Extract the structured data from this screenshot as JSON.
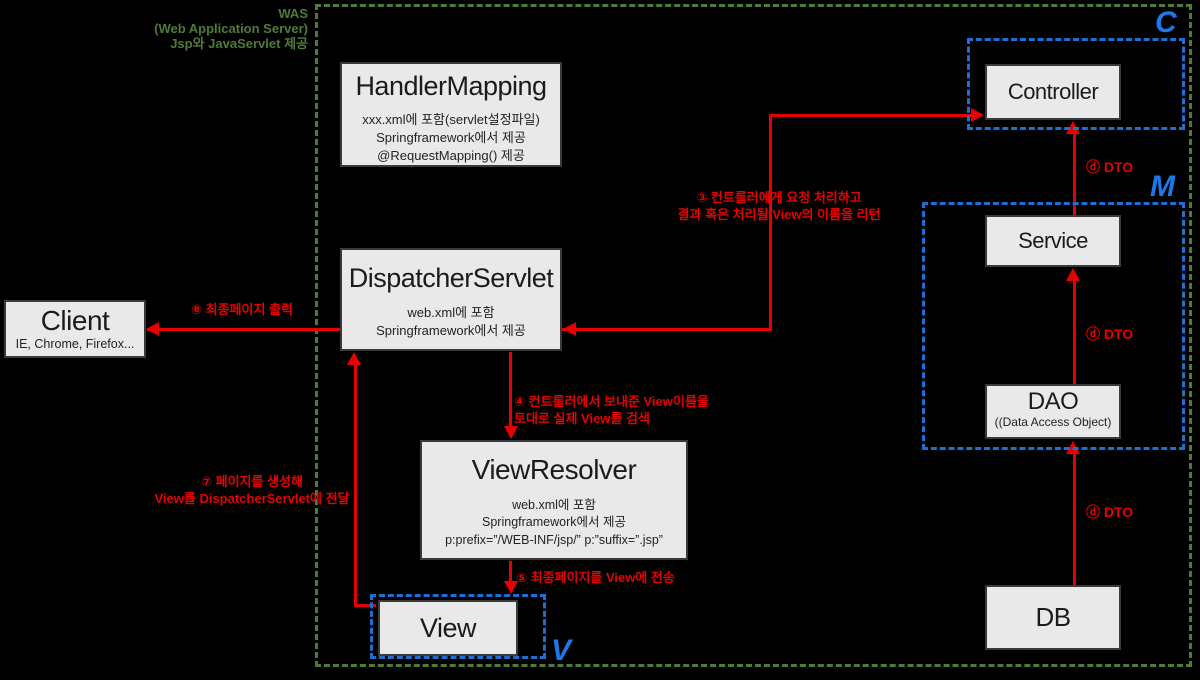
{
  "was": {
    "line1": "WAS",
    "line2": "(Web Application Server)",
    "line3": "Jsp와 JavaServlet 제공"
  },
  "mvc_letters": {
    "c": "C",
    "m": "M",
    "v": "V"
  },
  "boxes": {
    "handler_mapping": {
      "title": "HandlerMapping",
      "line1": "xxx.xml에 포함(servlet설정파일)",
      "line2": "Springframework에서 제공",
      "line3": "@RequestMapping() 제공"
    },
    "client": {
      "title": "Client",
      "subtitle": "IE, Chrome, Firefox..."
    },
    "dispatcher_servlet": {
      "title": "DispatcherServlet",
      "line1": "web.xml에 포함",
      "line2": "Springframework에서 제공"
    },
    "view_resolver": {
      "title": "ViewResolver",
      "line1": "web.xml에 포함",
      "line2": "Springframework에서 제공",
      "line3": "p:prefix=”/WEB-INF/jsp/”  p:”suffix=”.jsp”"
    },
    "view": {
      "title": "View"
    },
    "controller": {
      "title": "Controller"
    },
    "service": {
      "title": "Service"
    },
    "dao": {
      "title": "DAO",
      "subtitle": "((Data Access Object)"
    },
    "db": {
      "title": "DB"
    }
  },
  "steps": {
    "controller_line1": "③ 컨트롤러에게 요청 처리하고",
    "controller_line2": "결과 혹은 처리될 View의 이름을 리턴",
    "resolver_line1": "④ 컨트롤러에서 보내준 View이름을",
    "resolver_line2": "토대로 실제 View를 검색",
    "to_view": "⑤ 최종페이지를 View에 전송",
    "view_return_line1": "⑦ 페이지를 생성해",
    "view_return_line2": "View를 DispatcherServlet에 전달",
    "final_output": "⑧ 최종페이지 출력",
    "dto": "ⓓ DTO"
  },
  "colors": {
    "background": "#000000",
    "box_fill": "#e9e9e9",
    "box_border": "#3a3a3a",
    "arrow_red": "#e60000",
    "mvc_blue": "#1e6fd2",
    "was_green": "#4e7b35"
  }
}
